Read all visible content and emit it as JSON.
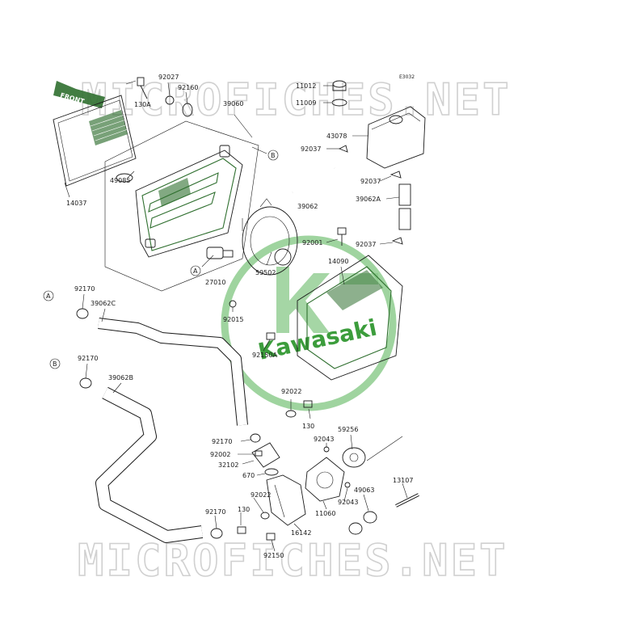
{
  "watermark_text": "MICROFICHES.NET",
  "logo_text": "Kawasaki",
  "ref_code": "E3032",
  "front_arrow_text": "FRONT",
  "callouts": {
    "a": "A",
    "b": "B"
  },
  "colors": {
    "accent": "#2f6f2f",
    "logo": "#3c9d3c",
    "watermark": "#d0d0d0"
  },
  "labels": {
    "p130a": "130A",
    "p92027": "92027",
    "p92160": "92160",
    "p39060": "39060",
    "p14037": "14037",
    "p49085": "49085",
    "p27010": "27010",
    "p59502": "59502",
    "p11012": "11012",
    "p11009": "11009",
    "p43078": "43078",
    "p92037a": "92037",
    "p39062": "39062",
    "p92037b": "92037",
    "p39062a": "39062A",
    "p92001": "92001",
    "p92037c": "92037",
    "p14090": "14090",
    "p92170a": "92170",
    "p39062c": "39062C",
    "p92015": "92015",
    "p92150a": "92150A",
    "p92170b": "92170",
    "p39062b": "39062B",
    "p92022a": "92022",
    "p130a2": "130",
    "p59256": "59256",
    "p92170c": "92170",
    "p92043a": "92043",
    "p92002": "92002",
    "p32102": "32102",
    "p670": "670",
    "p13107": "13107",
    "p49063": "49063",
    "p92022b": "92022",
    "p130b": "130",
    "p92043b": "92043",
    "p11060": "11060",
    "p92170d": "92170",
    "p16142": "16142",
    "p92150": "92150"
  }
}
